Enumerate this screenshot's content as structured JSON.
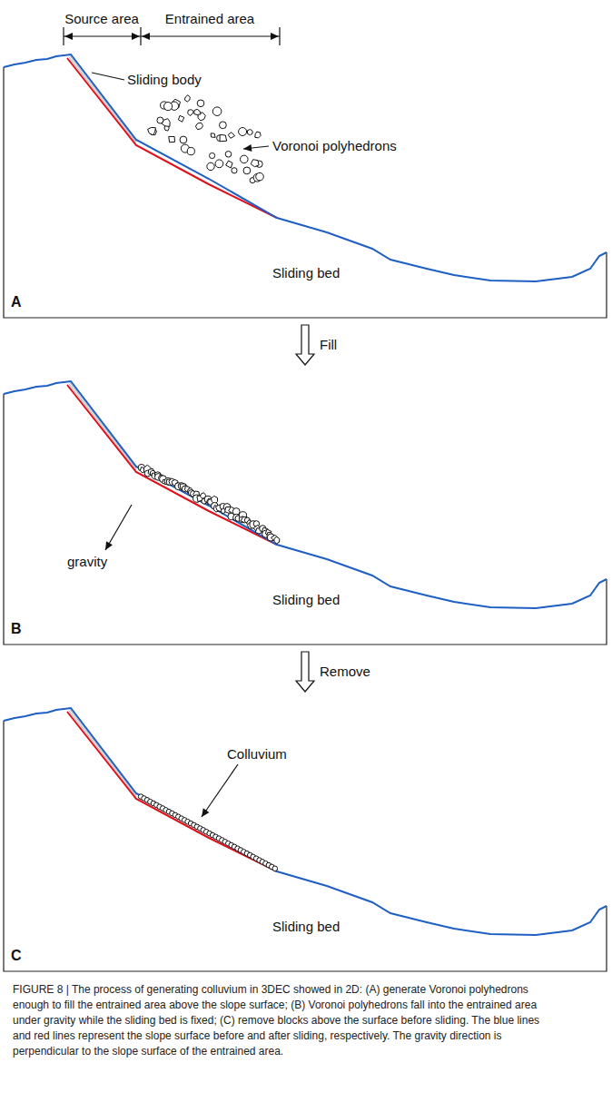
{
  "diagram": {
    "caption": "FIGURE 8 | The process of generating colluvium in 3DEC showed in 2D: (A) generate Voronoi polyhedrons enough to fill the entrained area above the slope surface; (B) Voronoi polyhedrons fall into the entrained area under gravity while the sliding bed is fixed; (C) remove blocks above the surface before sliding. The blue lines and red lines represent the slope surface before and after sliding, respectively. The gravity direction is perpendicular to the slope surface of the entrained area.",
    "labels": [
      "Source area",
      "Entrained area",
      "Sliding body",
      "Voronoi polyhedrons",
      "Sliding bed",
      "A",
      "Fill",
      "gravity",
      "Sliding bed",
      "B",
      "Remove",
      "Colluvium",
      "Sliding bed",
      "C"
    ]
  }
}
